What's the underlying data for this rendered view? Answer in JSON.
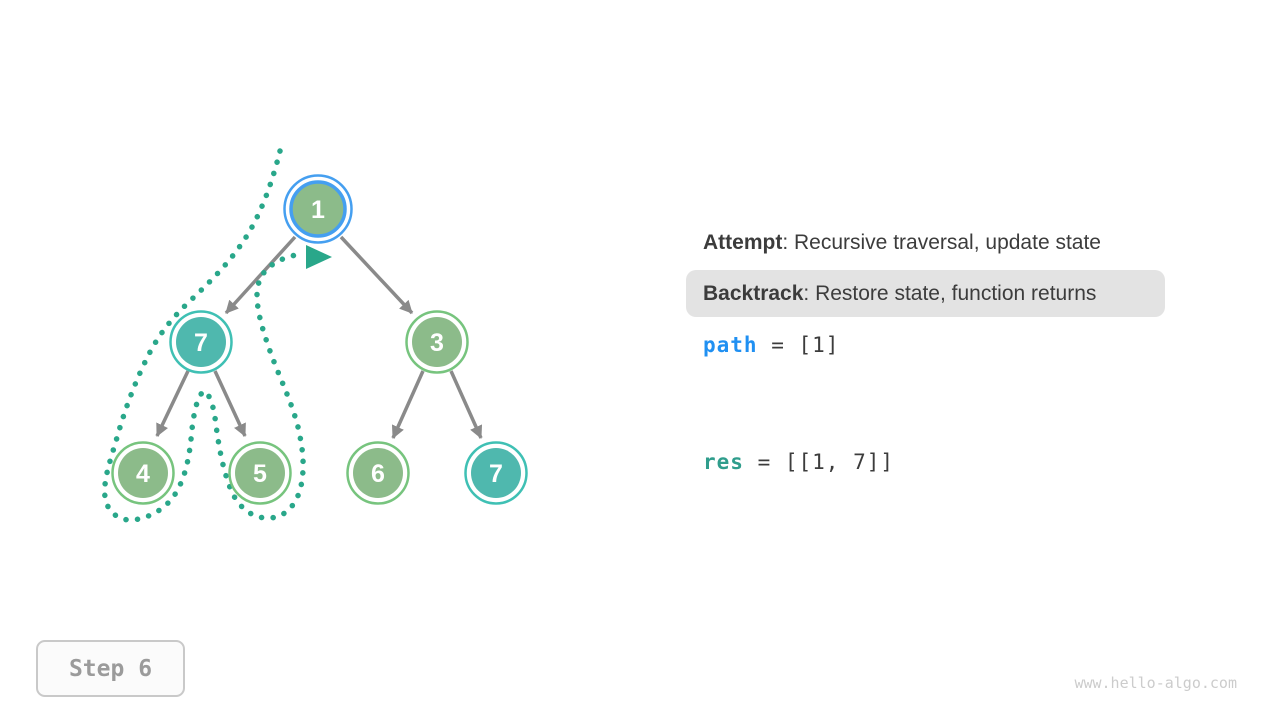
{
  "colors": {
    "green_fill": "#8CBB8A",
    "green_ring": "#77C47E",
    "teal_fill": "#4FB8AE",
    "teal_ring": "#3FC0B4",
    "blue_ring": "#459FF0",
    "edge_gray": "#8A8A8A",
    "dot_teal": "#29A78A",
    "text_dark": "#3C3C3C",
    "path_blue": "#2090F2",
    "res_teal": "#2F9D8C",
    "pill_bg": "#E3E3E3"
  },
  "diagram": {
    "description": "Binary tree with backtracking trace; dotted curve shows traversal around left subtree returning to root",
    "nodes": [
      {
        "label": "1",
        "state": "current-highlighted"
      },
      {
        "label": "7",
        "state": "visited-teal"
      },
      {
        "label": "3",
        "state": "default"
      },
      {
        "label": "4",
        "state": "default"
      },
      {
        "label": "5",
        "state": "default"
      },
      {
        "label": "6",
        "state": "default"
      },
      {
        "label": "7",
        "state": "visited-teal"
      }
    ],
    "edges": [
      [
        "1",
        "7"
      ],
      [
        "1",
        "3"
      ],
      [
        "7",
        "4"
      ],
      [
        "7",
        "5"
      ],
      [
        "3",
        "6"
      ],
      [
        "3",
        "7"
      ]
    ]
  },
  "panel": {
    "attempt_label": "Attempt",
    "attempt_rest": ": Recursive traversal, update state",
    "backtrack_label": "Backtrack",
    "backtrack_rest": ": Restore state, function returns",
    "path_var": "path",
    "path_value": " = [1]",
    "res_var": "res",
    "res_value": " = [[1, 7]]"
  },
  "step_badge": {
    "label": "Step 6"
  },
  "watermark": "www.hello-algo.com"
}
